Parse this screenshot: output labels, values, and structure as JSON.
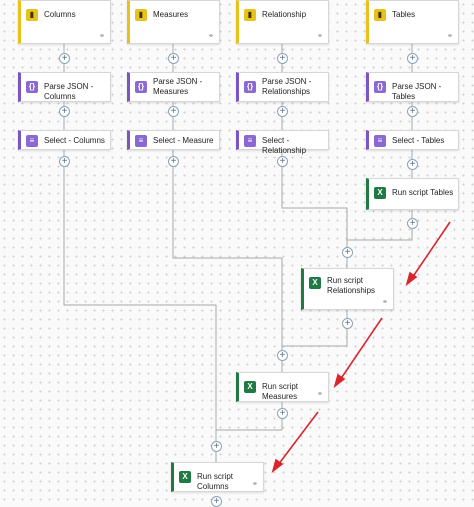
{
  "flow": {
    "columns": {
      "label": "Columns",
      "icon": "power-bi-icon"
    },
    "measures": {
      "label": "Measures",
      "icon": "power-bi-icon"
    },
    "relationship": {
      "label": "Relationship",
      "icon": "power-bi-icon"
    },
    "tables": {
      "label": "Tables",
      "icon": "power-bi-icon"
    },
    "parse_columns": {
      "label": "Parse JSON - Columns",
      "icon": "data-operation-icon"
    },
    "parse_measures": {
      "label_1": "Parse JSON -",
      "label_2": "Measures",
      "icon": "data-operation-icon"
    },
    "parse_relationships": {
      "label_1": "Parse JSON -",
      "label_2": "Relationships",
      "icon": "data-operation-icon"
    },
    "parse_tables": {
      "label": "Parse JSON - Tables",
      "icon": "data-operation-icon"
    },
    "select_columns": {
      "label": "Select - Columns",
      "icon": "select-icon"
    },
    "select_measure": {
      "label": "Select - Measure",
      "icon": "select-icon"
    },
    "select_relationship": {
      "label": "Select - Relationship",
      "icon": "select-icon"
    },
    "select_tables": {
      "label": "Select - Tables",
      "icon": "select-icon"
    },
    "script_tables": {
      "label": "Run script Tables",
      "icon": "excel-icon"
    },
    "script_relationships": {
      "label_1": "Run script",
      "label_2": "Relationships",
      "icon": "excel-icon"
    },
    "script_measures": {
      "label": "Run script Measures",
      "icon": "excel-icon"
    },
    "script_columns": {
      "label": "Run script Columns",
      "icon": "excel-icon"
    }
  },
  "colors": {
    "power_bi_accent": "#e8c21a",
    "data_operation_accent": "#7a56c4",
    "excel_accent": "#1f7a44",
    "arrow_annotation": "#d9262c",
    "connector": "#a8a8a8"
  }
}
